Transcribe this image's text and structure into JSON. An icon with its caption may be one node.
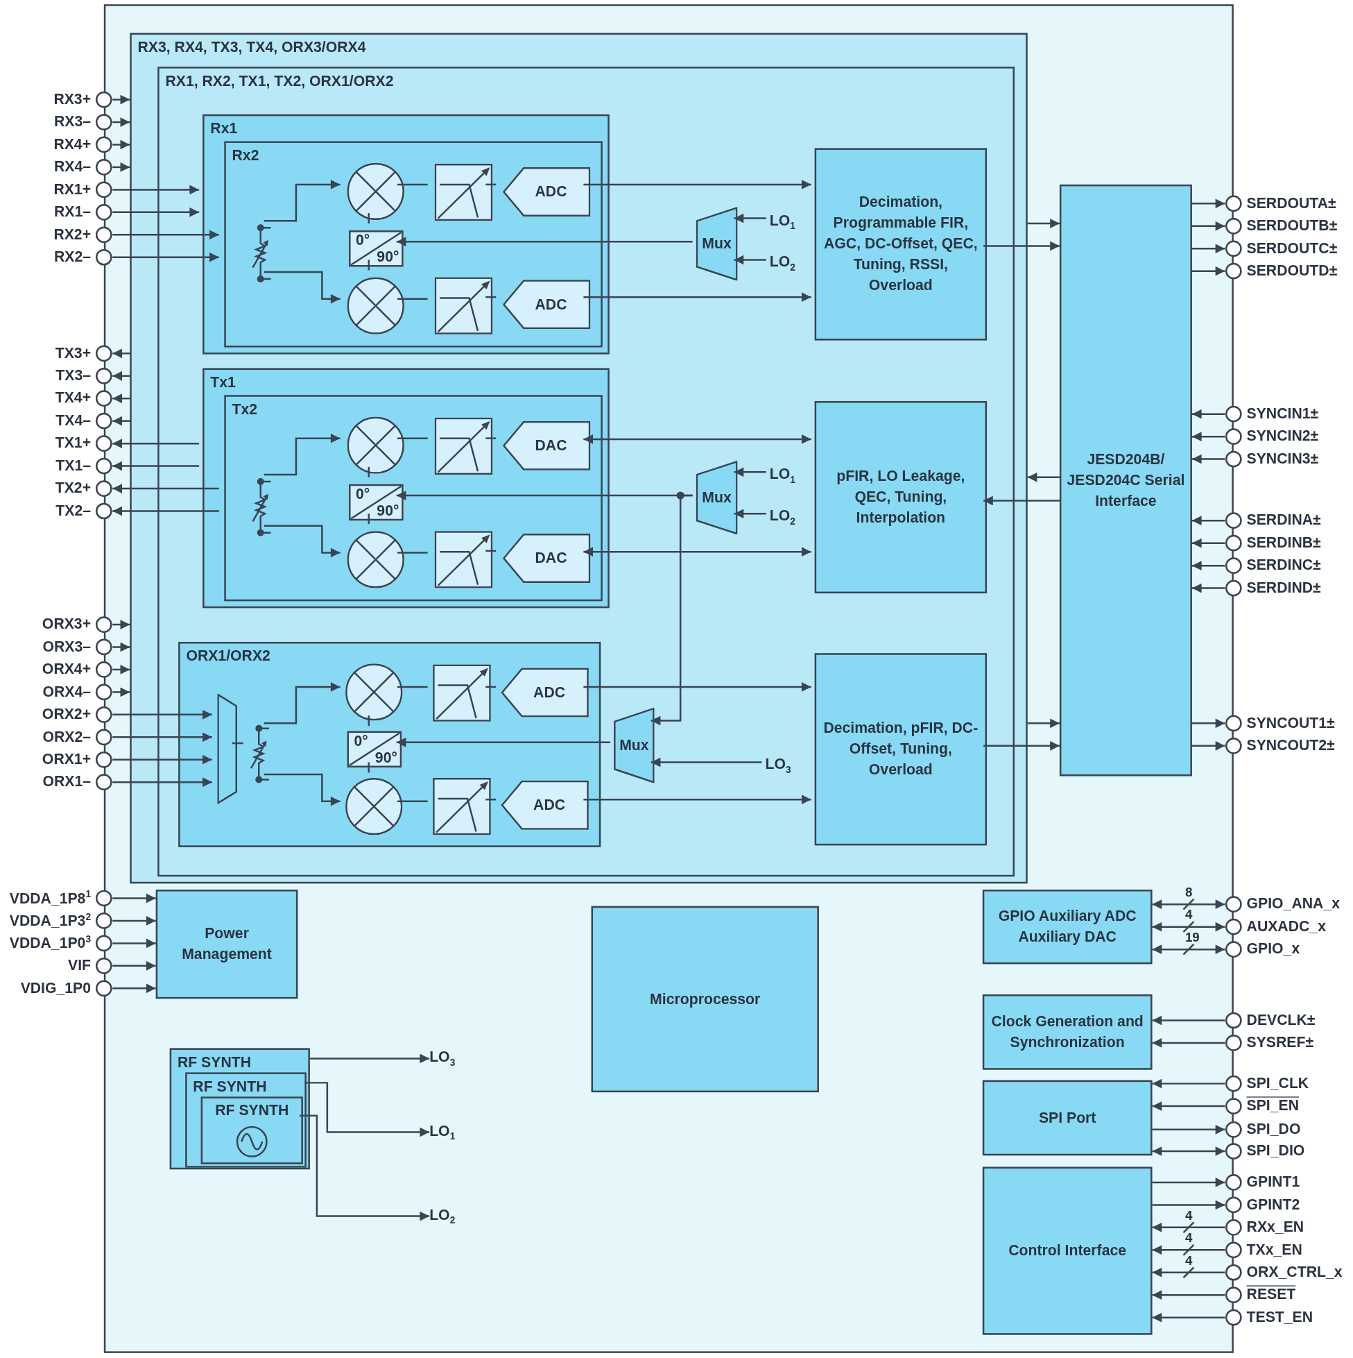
{
  "diagram": {
    "nodes": [
      {
        "text": [
          "RX3, RX4, TX3, TX4, ORX3/ORX4"
        ]
      },
      {
        "text": [
          "RX1, RX2, TX1, TX2, ORX1/ORX2"
        ],
        "in": 0
      },
      {
        "text": [
          "Rx1"
        ],
        "in": 1
      },
      {
        "text": [
          "Rx2"
        ],
        "in": 2
      },
      {
        "text": [],
        "shape": "resistor",
        "in": 3
      },
      {
        "text": [],
        "shape": "circle",
        "in": 3
      },
      {
        "text": [],
        "shape": "circle",
        "in": 3
      },
      {
        "text": [
          "0°",
          "90°"
        ],
        "in": 3
      },
      {
        "text": [],
        "shape": "box",
        "in": 3
      },
      {
        "text": [],
        "shape": "box",
        "in": 3
      },
      {
        "text": [
          "ADC"
        ],
        "in": 3
      },
      {
        "text": [
          "ADC"
        ],
        "in": 3
      },
      {
        "text": [
          "Mux"
        ],
        "in": 1
      },
      {
        "text": [
          "LO$_{1}$"
        ],
        "in": 1
      },
      {
        "text": [
          "LO$_{2}$"
        ],
        "in": 1
      },
      {
        "text": [
          "Decimation, Programmable FIR, AGC, DC-Offset, QEC, Tuning, RSSI, Overload"
        ],
        "in": 1
      },
      {
        "text": [
          "Tx1"
        ],
        "in": 1
      },
      {
        "text": [
          "Tx2"
        ],
        "in": 16
      },
      {
        "text": [],
        "shape": "resistor",
        "in": 17
      },
      {
        "text": [],
        "shape": "circle",
        "in": 17
      },
      {
        "text": [],
        "shape": "circle",
        "in": 17
      },
      {
        "text": [
          "0°",
          "90°"
        ],
        "in": 17
      },
      {
        "text": [],
        "shape": "box",
        "in": 17
      },
      {
        "text": [],
        "shape": "box",
        "in": 17
      },
      {
        "text": [
          "DAC"
        ],
        "in": 17
      },
      {
        "text": [
          "DAC"
        ],
        "in": 17
      },
      {
        "text": [
          "Mux"
        ],
        "in": 1
      },
      {
        "text": [
          "LO$_{1}$"
        ],
        "in": 1
      },
      {
        "text": [
          "LO$_{2}$"
        ],
        "in": 1
      },
      {
        "text": [
          "pFIR, LO Leakage, QEC, Tuning, Interpolation"
        ],
        "in": 1
      },
      {
        "text": [
          "ORX1/ORX2"
        ],
        "in": 1
      },
      {
        "text": [],
        "shape": "trapezoid",
        "in": 30
      },
      {
        "text": [],
        "shape": "resistor",
        "in": 30
      },
      {
        "text": [],
        "shape": "circle",
        "in": 30
      },
      {
        "text": [],
        "shape": "circle",
        "in": 30
      },
      {
        "text": [
          "0°",
          "90°"
        ],
        "in": 30
      },
      {
        "text": [],
        "shape": "box",
        "in": 30
      },
      {
        "text": [],
        "shape": "box",
        "in": 30
      },
      {
        "text": [
          "ADC"
        ],
        "in": 30
      },
      {
        "text": [
          "ADC"
        ],
        "in": 30
      },
      {
        "text": [
          "Mux"
        ],
        "in": 1
      },
      {
        "text": [
          "LO$_{3}$"
        ],
        "in": 1
      },
      {
        "text": [
          "Decimation, pFIR, DC-Offset, Tuning, Overload"
        ],
        "in": 1
      },
      {
        "text": [
          "JESD204B/ JESD204C Serial Interface"
        ]
      },
      {
        "text": [
          "Power Management"
        ]
      },
      {
        "text": [
          "Microprocessor"
        ]
      },
      {
        "text": [
          "GPIO Auxiliary ADC Auxiliary DAC"
        ]
      },
      {
        "text": [
          "Clock Generation and Synchronization"
        ]
      },
      {
        "text": [
          "SPI Port"
        ]
      },
      {
        "text": [
          "Control Interface"
        ]
      },
      {
        "text": [
          "RF SYNTH"
        ]
      },
      {
        "text": [
          "RF SYNTH"
        ],
        "in": 50
      },
      {
        "text": [
          "RF SYNTH"
        ],
        "in": 51
      },
      {
        "text": [
          "LO$_{3}$"
        ]
      },
      {
        "text": [
          "LO$_{1}$"
        ]
      },
      {
        "text": [
          "LO$_{2}$"
        ]
      },
      {
        "text": [
          "RX3+"
        ]
      },
      {
        "text": [
          "RX3–"
        ]
      },
      {
        "text": [
          "RX4+"
        ]
      },
      {
        "text": [
          "RX4–"
        ]
      },
      {
        "text": [
          "RX1+"
        ]
      },
      {
        "text": [
          "RX1–"
        ]
      },
      {
        "text": [
          "RX2+"
        ]
      },
      {
        "text": [
          "RX2–"
        ]
      },
      {
        "text": [
          "TX3+"
        ]
      },
      {
        "text": [
          "TX3–"
        ]
      },
      {
        "text": [
          "TX4+"
        ]
      },
      {
        "text": [
          "TX4–"
        ]
      },
      {
        "text": [
          "TX1+"
        ]
      },
      {
        "text": [
          "TX1–"
        ]
      },
      {
        "text": [
          "TX2+"
        ]
      },
      {
        "text": [
          "TX2–"
        ]
      },
      {
        "text": [
          "ORX3+"
        ]
      },
      {
        "text": [
          "ORX3–"
        ]
      },
      {
        "text": [
          "ORX4+"
        ]
      },
      {
        "text": [
          "ORX4–"
        ]
      },
      {
        "text": [
          "ORX2+"
        ]
      },
      {
        "text": [
          "ORX2–"
        ]
      },
      {
        "text": [
          "ORX1+"
        ]
      },
      {
        "text": [
          "ORX1–"
        ]
      },
      {
        "text": [
          "VDDA_1P8$^{1}$"
        ]
      },
      {
        "text": [
          "VDDA_1P3$^{2}$"
        ]
      },
      {
        "text": [
          "VDDA_1P0$^{3}$"
        ]
      },
      {
        "text": [
          "VIF"
        ]
      },
      {
        "text": [
          "VDIG_1P0"
        ]
      },
      {
        "text": [
          "SERDOUTA±"
        ]
      },
      {
        "text": [
          "SERDOUTB±"
        ]
      },
      {
        "text": [
          "SERDOUTC±"
        ]
      },
      {
        "text": [
          "SERDOUTD±"
        ]
      },
      {
        "text": [
          "SYNCIN1±"
        ]
      },
      {
        "text": [
          "SYNCIN2±"
        ]
      },
      {
        "text": [
          "SYNCIN3±"
        ]
      },
      {
        "text": [
          "SERDINA±"
        ]
      },
      {
        "text": [
          "SERDINB±"
        ]
      },
      {
        "text": [
          "SERDINC±"
        ]
      },
      {
        "text": [
          "SERDIND±"
        ]
      },
      {
        "text": [
          "SYNCOUT1±"
        ]
      },
      {
        "text": [
          "SYNCOUT2±"
        ]
      },
      {
        "text": [
          "GPIO_ANA_x"
        ]
      },
      {
        "text": [
          "AUXADC_x"
        ]
      },
      {
        "text": [
          "GPIO_x"
        ]
      },
      {
        "text": [
          "DEVCLK±"
        ]
      },
      {
        "text": [
          "SYSREF±"
        ]
      },
      {
        "text": [
          "SPI_CLK"
        ]
      },
      {
        "text": [
          "SPI_EN"
        ]
      },
      {
        "text": [
          "SPI_DO"
        ]
      },
      {
        "text": [
          "SPI_DIO"
        ]
      },
      {
        "text": [
          "GPINT1"
        ]
      },
      {
        "text": [
          "GPINT2"
        ]
      },
      {
        "text": [
          "RXx_EN"
        ]
      },
      {
        "text": [
          "TXx_EN"
        ]
      },
      {
        "text": [
          "ORX_CTRL_x"
        ]
      },
      {
        "text": [
          "RESET"
        ]
      },
      {
        "text": [
          "TEST_EN"
        ]
      }
    ],
    "edges": [
      {
        "from": 56,
        "to": 0,
        "arrow": "to"
      },
      {
        "from": 57,
        "to": 0,
        "arrow": "to"
      },
      {
        "from": 58,
        "to": 0,
        "arrow": "to"
      },
      {
        "from": 59,
        "to": 0,
        "arrow": "to"
      },
      {
        "from": 60,
        "to": 2,
        "arrow": "to"
      },
      {
        "from": 61,
        "to": 2,
        "arrow": "to"
      },
      {
        "from": 62,
        "to": 3,
        "arrow": "to"
      },
      {
        "from": 63,
        "to": 3,
        "arrow": "to"
      },
      {
        "from": 4,
        "to": 5,
        "arrow": "to"
      },
      {
        "from": 4,
        "to": 6,
        "arrow": "to"
      },
      {
        "from": 7,
        "to": 5,
        "arrow": "none"
      },
      {
        "from": 7,
        "to": 6,
        "arrow": "none"
      },
      {
        "from": 5,
        "to": 8,
        "arrow": "none"
      },
      {
        "from": 6,
        "to": 9,
        "arrow": "none"
      },
      {
        "from": 8,
        "to": 10,
        "arrow": "none"
      },
      {
        "from": 9,
        "to": 11,
        "arrow": "none"
      },
      {
        "from": 10,
        "to": 15,
        "arrow": "to"
      },
      {
        "from": 11,
        "to": 15,
        "arrow": "to"
      },
      {
        "from": 13,
        "to": 12,
        "arrow": "to"
      },
      {
        "from": 14,
        "to": 12,
        "arrow": "to"
      },
      {
        "from": 12,
        "to": 7,
        "arrow": "to"
      },
      {
        "from": 0,
        "to": 64,
        "arrow": "to"
      },
      {
        "from": 0,
        "to": 65,
        "arrow": "to"
      },
      {
        "from": 0,
        "to": 66,
        "arrow": "to"
      },
      {
        "from": 0,
        "to": 67,
        "arrow": "to"
      },
      {
        "from": 16,
        "to": 68,
        "arrow": "to"
      },
      {
        "from": 16,
        "to": 69,
        "arrow": "to"
      },
      {
        "from": 17,
        "to": 70,
        "arrow": "to"
      },
      {
        "from": 17,
        "to": 71,
        "arrow": "to"
      },
      {
        "from": 18,
        "to": 19,
        "arrow": "to"
      },
      {
        "from": 18,
        "to": 20,
        "arrow": "to"
      },
      {
        "from": 21,
        "to": 19,
        "arrow": "none"
      },
      {
        "from": 21,
        "to": 20,
        "arrow": "none"
      },
      {
        "from": 19,
        "to": 22,
        "arrow": "none"
      },
      {
        "from": 20,
        "to": 23,
        "arrow": "none"
      },
      {
        "from": 22,
        "to": 24,
        "arrow": "none"
      },
      {
        "from": 23,
        "to": 25,
        "arrow": "none"
      },
      {
        "from": 24,
        "to": 29,
        "arrow": "both"
      },
      {
        "from": 25,
        "to": 29,
        "arrow": "both"
      },
      {
        "from": 27,
        "to": 26,
        "arrow": "to"
      },
      {
        "from": 28,
        "to": 26,
        "arrow": "to"
      },
      {
        "from": 26,
        "to": 21,
        "arrow": "to"
      },
      {
        "from": 26,
        "to": 40,
        "arrow": "to"
      },
      {
        "from": 72,
        "to": 0,
        "arrow": "to"
      },
      {
        "from": 73,
        "to": 0,
        "arrow": "to"
      },
      {
        "from": 74,
        "to": 0,
        "arrow": "to"
      },
      {
        "from": 75,
        "to": 0,
        "arrow": "to"
      },
      {
        "from": 76,
        "to": 31,
        "arrow": "to"
      },
      {
        "from": 77,
        "to": 31,
        "arrow": "to"
      },
      {
        "from": 78,
        "to": 31,
        "arrow": "to"
      },
      {
        "from": 79,
        "to": 31,
        "arrow": "to"
      },
      {
        "from": 31,
        "to": 32,
        "arrow": "none"
      },
      {
        "from": 32,
        "to": 33,
        "arrow": "to"
      },
      {
        "from": 32,
        "to": 34,
        "arrow": "to"
      },
      {
        "from": 35,
        "to": 33,
        "arrow": "none"
      },
      {
        "from": 35,
        "to": 34,
        "arrow": "none"
      },
      {
        "from": 33,
        "to": 36,
        "arrow": "none"
      },
      {
        "from": 34,
        "to": 37,
        "arrow": "none"
      },
      {
        "from": 36,
        "to": 38,
        "arrow": "none"
      },
      {
        "from": 37,
        "to": 39,
        "arrow": "none"
      },
      {
        "from": 38,
        "to": 42,
        "arrow": "to"
      },
      {
        "from": 39,
        "to": 42,
        "arrow": "to"
      },
      {
        "from": 41,
        "to": 40,
        "arrow": "to"
      },
      {
        "from": 40,
        "to": 35,
        "arrow": "to"
      },
      {
        "from": 0,
        "to": 43,
        "arrow": "to"
      },
      {
        "from": 15,
        "to": 43,
        "arrow": "to"
      },
      {
        "from": 43,
        "to": 0,
        "arrow": "to"
      },
      {
        "from": 43,
        "to": 29,
        "arrow": "to"
      },
      {
        "from": 0,
        "to": 43,
        "arrow": "to"
      },
      {
        "from": 42,
        "to": 43,
        "arrow": "to"
      },
      {
        "from": 43,
        "to": 85,
        "arrow": "to"
      },
      {
        "from": 43,
        "to": 86,
        "arrow": "to"
      },
      {
        "from": 43,
        "to": 87,
        "arrow": "to"
      },
      {
        "from": 43,
        "to": 88,
        "arrow": "to"
      },
      {
        "from": 89,
        "to": 43,
        "arrow": "to"
      },
      {
        "from": 90,
        "to": 43,
        "arrow": "to"
      },
      {
        "from": 91,
        "to": 43,
        "arrow": "to"
      },
      {
        "from": 92,
        "to": 43,
        "arrow": "to"
      },
      {
        "from": 93,
        "to": 43,
        "arrow": "to"
      },
      {
        "from": 94,
        "to": 43,
        "arrow": "to"
      },
      {
        "from": 95,
        "to": 43,
        "arrow": "to"
      },
      {
        "from": 43,
        "to": 96,
        "arrow": "to"
      },
      {
        "from": 43,
        "to": 97,
        "arrow": "to"
      },
      {
        "from": 80,
        "to": 44,
        "arrow": "to"
      },
      {
        "from": 81,
        "to": 44,
        "arrow": "to"
      },
      {
        "from": 82,
        "to": 44,
        "arrow": "to"
      },
      {
        "from": 83,
        "to": 44,
        "arrow": "to"
      },
      {
        "from": 84,
        "to": 44,
        "arrow": "to"
      },
      {
        "from": 46,
        "to": 98,
        "arrow": "both",
        "label": "8"
      },
      {
        "from": 46,
        "to": 99,
        "arrow": "both",
        "label": "4"
      },
      {
        "from": 46,
        "to": 100,
        "arrow": "both",
        "label": "19"
      },
      {
        "from": 101,
        "to": 47,
        "arrow": "to"
      },
      {
        "from": 102,
        "to": 47,
        "arrow": "to"
      },
      {
        "from": 103,
        "to": 48,
        "arrow": "to"
      },
      {
        "from": 104,
        "to": 48,
        "arrow": "to"
      },
      {
        "from": 48,
        "to": 105,
        "arrow": "to"
      },
      {
        "from": 48,
        "to": 106,
        "arrow": "both"
      },
      {
        "from": 49,
        "to": 107,
        "arrow": "to"
      },
      {
        "from": 49,
        "to": 108,
        "arrow": "to"
      },
      {
        "from": 109,
        "to": 49,
        "arrow": "to",
        "label": "4"
      },
      {
        "from": 110,
        "to": 49,
        "arrow": "to",
        "label": "4"
      },
      {
        "from": 111,
        "to": 49,
        "arrow": "to",
        "label": "4"
      },
      {
        "from": 112,
        "to": 49,
        "arrow": "to"
      },
      {
        "from": 113,
        "to": 49,
        "arrow": "to"
      },
      {
        "from": 50,
        "to": 53,
        "arrow": "to"
      },
      {
        "from": 51,
        "to": 54,
        "arrow": "to"
      },
      {
        "from": 52,
        "to": 55,
        "arrow": "to"
      }
    ]
  }
}
